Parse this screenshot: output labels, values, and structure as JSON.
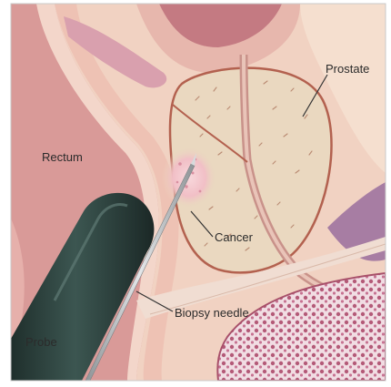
{
  "labels": {
    "prostate": "Prostate",
    "rectum": "Rectum",
    "cancer": "Cancer",
    "biopsy_needle": "Biopsy needle",
    "probe": "Probe"
  },
  "colors": {
    "frame_border": "#c9c9c9",
    "rectum_tissue": "#dfa5a3",
    "rectum_wall": "#eec7bb",
    "prostate_fill": "#ead8c0",
    "prostate_outline": "#b3614f",
    "urethra": "#c9928a",
    "cancer_spot": "#f4c6cc",
    "probe_body": "#2f4440",
    "needle": "#b8bcbf",
    "bone": "#a8506a",
    "muscle": "#e9c2b5"
  }
}
